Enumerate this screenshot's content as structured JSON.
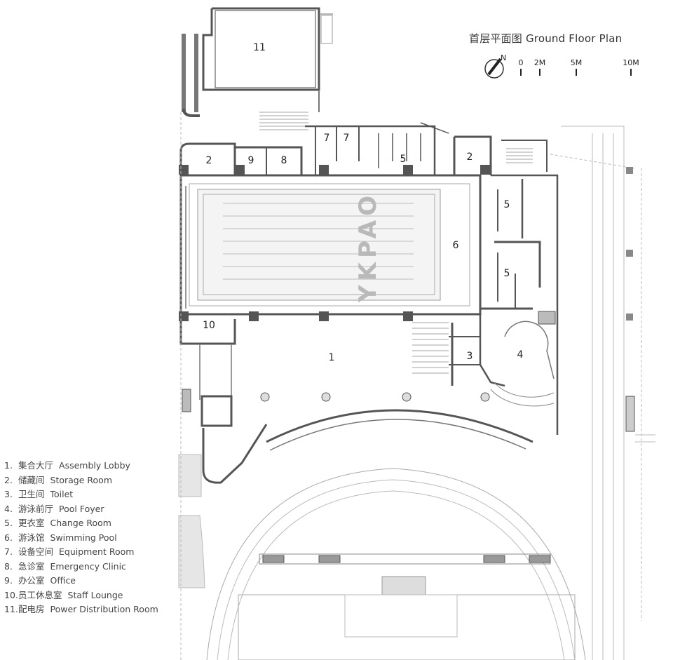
{
  "title": "首层平面图 Ground Floor Plan",
  "north_label": "N",
  "scale_labels": [
    "0",
    "2M",
    "5M",
    "10M"
  ],
  "pool_marking": "YKPAO",
  "room_numbers": [
    "11",
    "2",
    "9",
    "8",
    "7",
    "7",
    "5",
    "2",
    "5",
    "6",
    "5",
    "10",
    "1",
    "3",
    "4"
  ],
  "legend": [
    {
      "num": "1.",
      "zh": "集合大厅",
      "en": "Assembly Lobby"
    },
    {
      "num": "2.",
      "zh": "储藏间",
      "en": "Storage Room"
    },
    {
      "num": "3.",
      "zh": "卫生间",
      "en": "Toilet"
    },
    {
      "num": "4.",
      "zh": "游泳前厅",
      "en": "Pool Foyer"
    },
    {
      "num": "5.",
      "zh": "更衣室",
      "en": "Change Room"
    },
    {
      "num": "6.",
      "zh": "游泳馆",
      "en": "Swimming Pool"
    },
    {
      "num": "7.",
      "zh": "设备空间",
      "en": "Equipment Room"
    },
    {
      "num": "8.",
      "zh": "急诊室",
      "en": "Emergency Clinic"
    },
    {
      "num": "9.",
      "zh": "办公室",
      "en": "Office"
    },
    {
      "num": "10.",
      "zh": "员工休息室",
      "en": "Staff Lounge"
    },
    {
      "num": "11.",
      "zh": "配电房",
      "en": "Power Distribution Room"
    }
  ],
  "colors": {
    "wall": "#555555",
    "wall_fill": "#8a8a8a",
    "line": "#9a9a9a",
    "light": "#c8c8c8",
    "pool": "#f2f2f2"
  }
}
